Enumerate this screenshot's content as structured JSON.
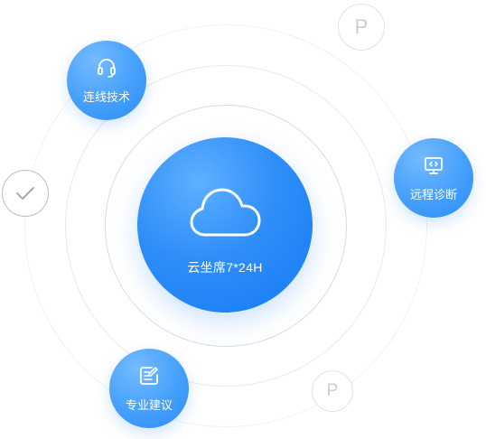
{
  "hub": {
    "label": "云坐席7*24H",
    "icon": "cloud-icon"
  },
  "services": [
    {
      "label": "连线技术",
      "icon": "headset-icon"
    },
    {
      "label": "远程诊断",
      "icon": "monitor-code-icon"
    },
    {
      "label": "专业建议",
      "icon": "edit-note-icon"
    }
  ],
  "badges": {
    "p_top": "P",
    "p_bottom": "P",
    "check_icon": "check-icon"
  },
  "colors": {
    "hub": "#1e82f7",
    "node": "#45a0fb",
    "ring": "#dfe6ef",
    "badge_border": "#dfe3e9",
    "badge_text": "#c9ced6"
  }
}
